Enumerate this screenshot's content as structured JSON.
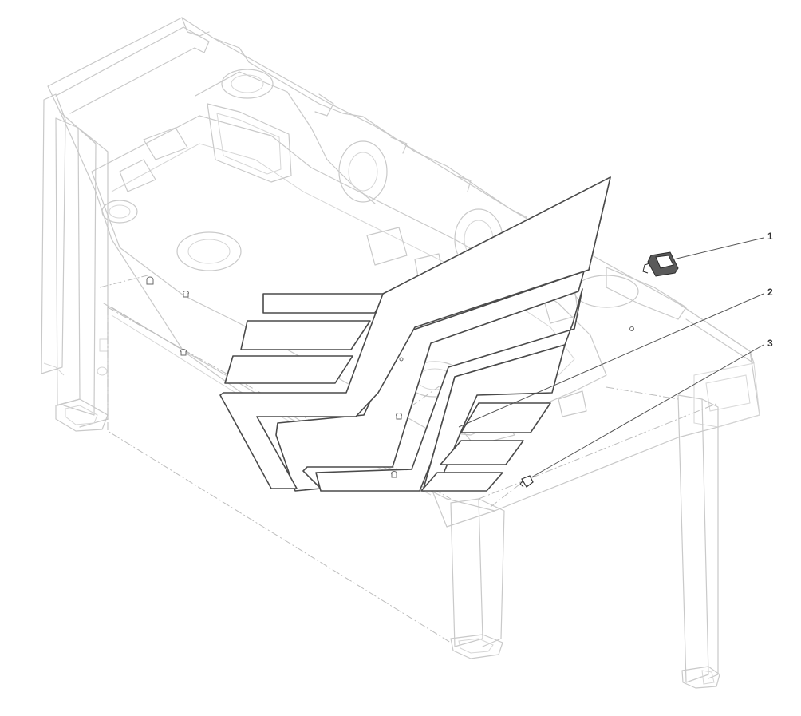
{
  "callouts": [
    {
      "id": "1",
      "label": "1"
    },
    {
      "id": "2",
      "label": "2"
    },
    {
      "id": "3",
      "label": "3"
    }
  ],
  "colors": {
    "ghost_geometry": "#c9c9c9",
    "highlighted_part": "#4a4a4a",
    "leader_line": "#555555",
    "background": "#ffffff"
  }
}
